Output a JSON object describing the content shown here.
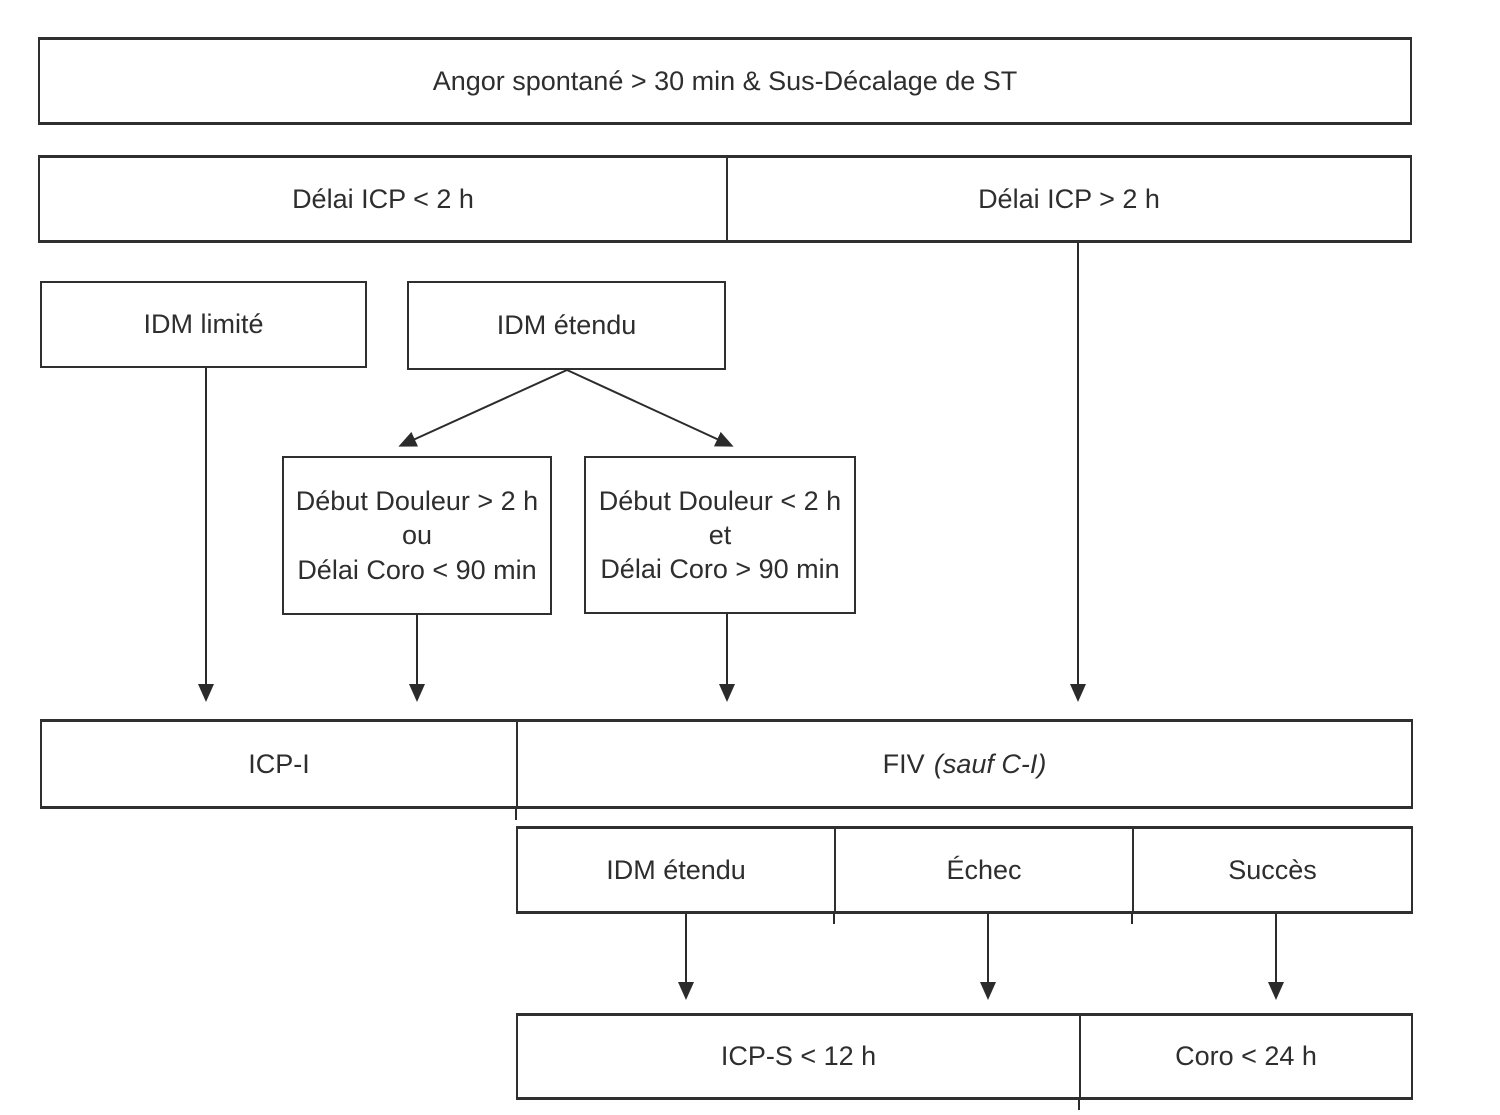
{
  "flowchart": {
    "colors": {
      "line": "#2f2f2f",
      "text": "#2e2e2e",
      "background": "#ffffff"
    },
    "root": {
      "label": "Angor spontané > 30 min & Sus-Décalage de ST"
    },
    "delay_row": {
      "left": "Délai ICP < 2 h",
      "right": "Délai ICP > 2 h"
    },
    "idm_limite": {
      "label": "IDM limité"
    },
    "idm_etendu": {
      "label": "IDM étendu"
    },
    "pain_left": {
      "line1": "Début Douleur > 2 h",
      "line2": "ou",
      "line3": "Délai Coro < 90 min"
    },
    "pain_right": {
      "line1": "Début Douleur < 2 h",
      "line2": "et",
      "line3": "Délai Coro > 90 min"
    },
    "treatment_row": {
      "left": "ICP-I",
      "right_main": "FIV",
      "right_note": "(sauf C-I)"
    },
    "outcome_row": {
      "cell1": "IDM étendu",
      "cell2": "Échec",
      "cell3": "Succès"
    },
    "followup_row": {
      "left": "ICP-S < 12 h",
      "right": "Coro < 24 h"
    }
  }
}
